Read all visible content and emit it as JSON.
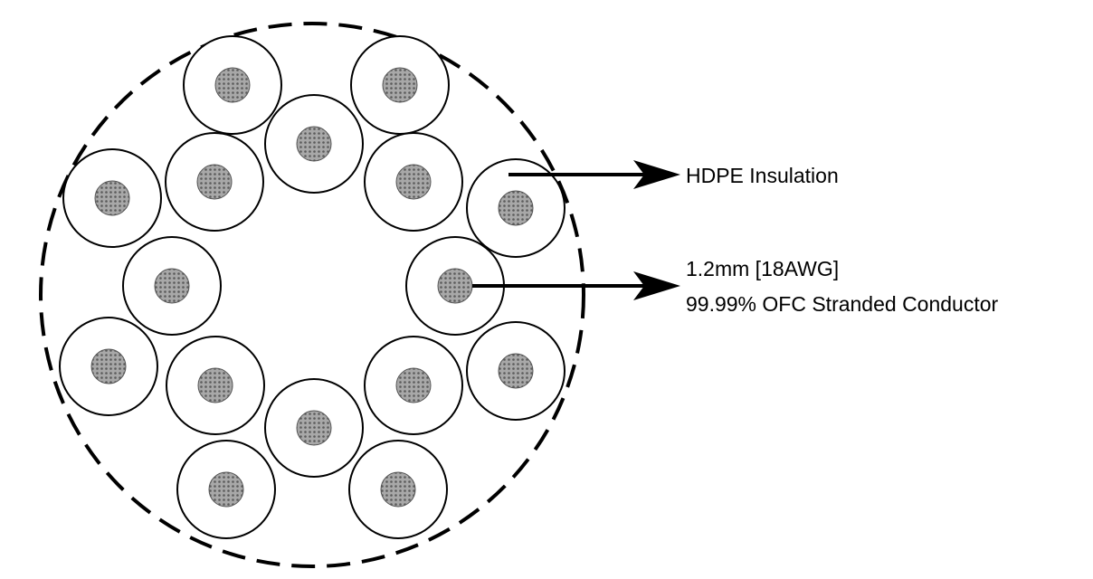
{
  "labels": {
    "insulation": "HDPE Insulation",
    "conductor_line1": "1.2mm [18AWG]",
    "conductor_line2": "99.99% OFC Stranded Conductor"
  },
  "colors": {
    "line": "#000000",
    "conductor_fill": "#8a8a8a",
    "background": "#ffffff"
  },
  "conductor_count": 16
}
